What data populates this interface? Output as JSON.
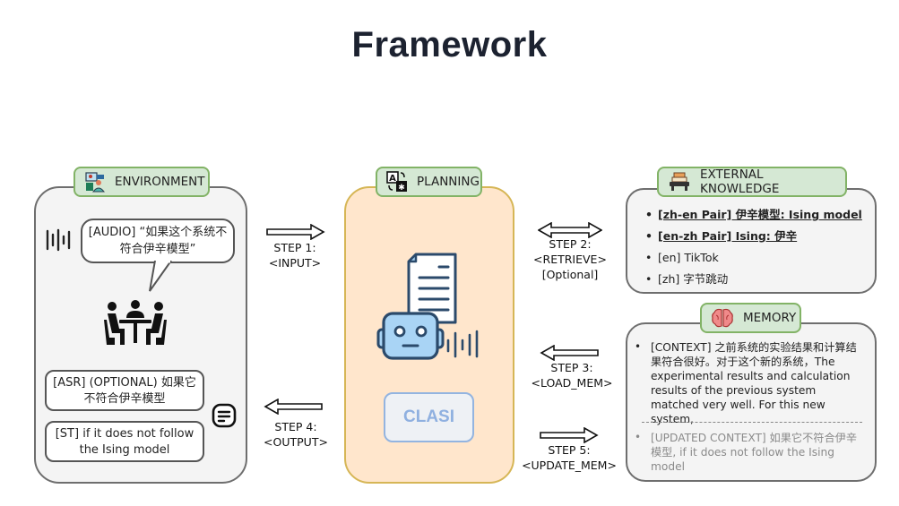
{
  "title": "Framework",
  "environment": {
    "tag_label": "ENVIRONMENT",
    "tag_icon": "meeting-people-icon",
    "audio_bubble": "[AUDIO] “如果这个系统不符合伊辛模型”",
    "asr_box": "[ASR] (OPTIONAL) 如果它不符合伊辛模型",
    "st_box": "[ST] if it does not follow the Ising model"
  },
  "planning": {
    "tag_label": "PLANNING",
    "tag_icon": "translate-icon",
    "model_label": "CLASI"
  },
  "steps": {
    "step1": {
      "label": "STEP 1:",
      "action": "<INPUT>"
    },
    "step2": {
      "label": "STEP 2:",
      "action": "<RETRIEVE>",
      "note": "[Optional]"
    },
    "step3": {
      "label": "STEP 3:",
      "action": "<LOAD_MEM>"
    },
    "step4": {
      "label": "STEP 4:",
      "action": "<OUTPUT>"
    },
    "step5": {
      "label": "STEP 5:",
      "action": "<UPDATE_MEM>"
    }
  },
  "external_knowledge": {
    "tag_label": "EXTERNAL KNOWLEDGE",
    "tag_icon": "books-icon",
    "items": [
      {
        "text": "[zh-en Pair] 伊辛模型: Ising model",
        "emphasis": true
      },
      {
        "text": "[en-zh Pair] Ising: 伊辛",
        "emphasis": true
      },
      {
        "text": "[en] TikTok",
        "emphasis": false
      },
      {
        "text": "[zh] 字节跳动",
        "emphasis": false
      }
    ]
  },
  "memory": {
    "tag_label": "MEMORY",
    "tag_icon": "brain-icon",
    "context": "[CONTEXT] 之前系统的实验结果和计算结果符合很好。对于这个新的系统，The experimental results and calculation results of the previous system matched very well. For this new system,",
    "updated_context": "[UPDATED CONTEXT] 如果它不符合伊辛模型, if it does not follow the Ising model"
  }
}
